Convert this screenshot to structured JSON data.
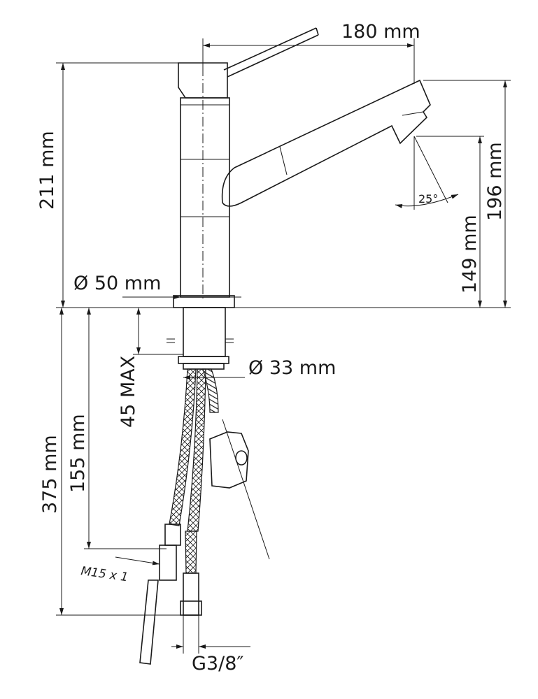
{
  "drawing": {
    "title": "Faucet technical dimension drawing",
    "dimensions": {
      "spout_reach": "180 mm",
      "total_height": "211 mm",
      "spout_height": "196 mm",
      "outlet_height": "149 mm",
      "base_diameter": "Ø 50 mm",
      "shank_diameter": "Ø 33 mm",
      "max_counter_thickness": "45 MAX",
      "hose_length_short": "155 mm",
      "hose_length_long": "375 mm",
      "thread_hose": "M15 x 1",
      "thread_connection": "G3/8″",
      "spout_angle": "25°"
    }
  }
}
